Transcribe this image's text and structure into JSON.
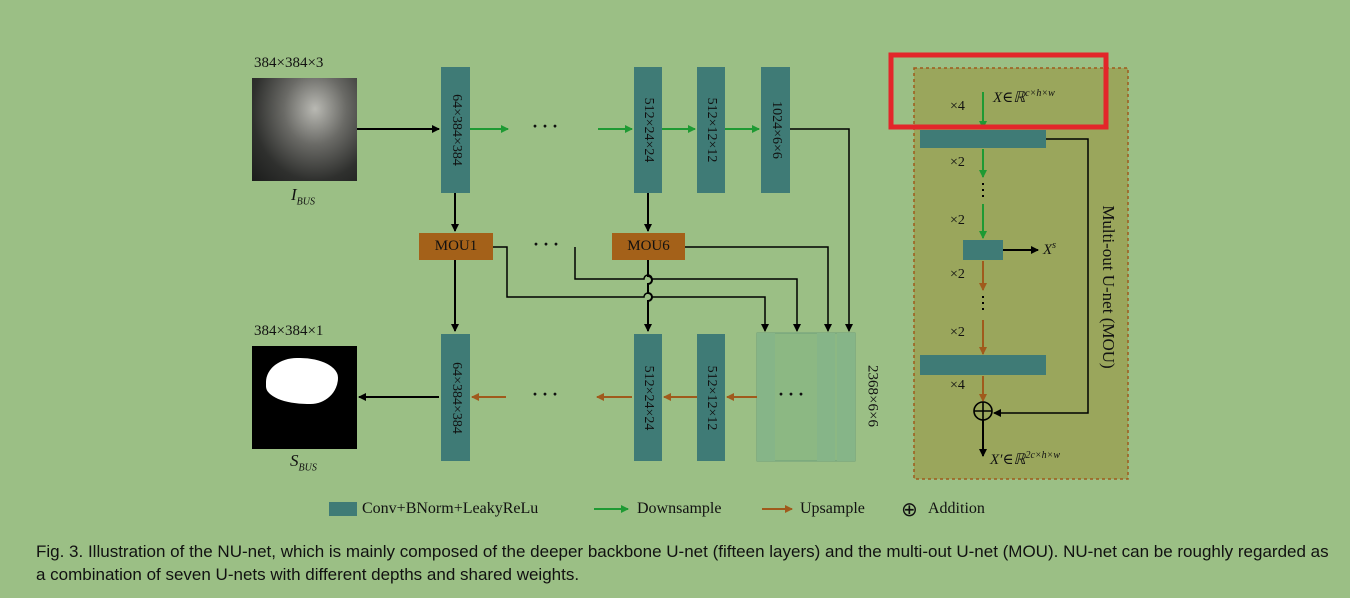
{
  "input": {
    "dims": "384×384×3",
    "name": "I",
    "subscript": "BUS"
  },
  "output": {
    "dims": "384×384×1",
    "name": "S",
    "subscript": "BUS"
  },
  "encoder_blocks": [
    "64×384×384",
    "512×24×24",
    "512×12×12",
    "1024×6×6"
  ],
  "decoder_blocks": [
    "64×384×384",
    "512×24×24",
    "512×12×12"
  ],
  "mou_labels": [
    "MOU1",
    "MOU6"
  ],
  "concat_label": "2368×6×6",
  "mou_panel": {
    "title": "Multi-out U-net (MOU)",
    "input_var": "X∈ℝ",
    "input_sup": "c×h×w",
    "side_var": "X",
    "side_sup": "s",
    "output_var": "X′∈ℝ",
    "output_sup": "2c×h×w",
    "scales": [
      "×4",
      "×2",
      "×2",
      "×2",
      "×2",
      "×4"
    ]
  },
  "legend": {
    "conv": "Conv+BNorm+LeakyReLu",
    "down": "Downsample",
    "up": "Upsample",
    "add": "Addition",
    "add_symbol": "⊕"
  },
  "caption": "Fig. 3. Illustration of the NU-net, which is mainly composed of the deeper backbone U-net (fifteen layers) and the multi-out U-net (MOU). NU-net can be roughly regarded as a combination of seven U-nets with different depths and shared weights.",
  "colors": {
    "background": "#9bbf85",
    "block": "#3f7b76",
    "mou": "#a46119",
    "downsample": "#1e9a33",
    "upsample": "#a05a1c",
    "highlight": "#e3262a",
    "panel": "#9aa65c"
  }
}
